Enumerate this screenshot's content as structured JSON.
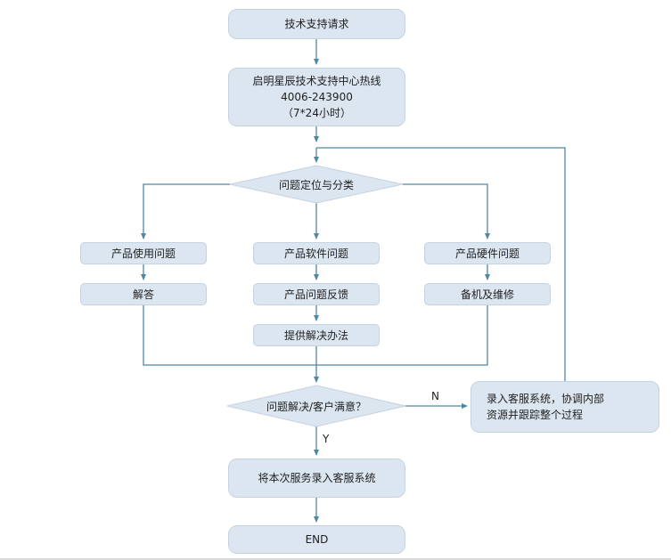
{
  "colors": {
    "node_fill": "#dce6f0",
    "node_border": "#c5d3e0",
    "connector": "#4f87a5",
    "text": "#1f1f1f"
  },
  "flowchart": {
    "start": "技术支持请求",
    "hotline_lines": [
      "启明星辰技术支持中心热线",
      "4006-243900",
      "（7*24小时）"
    ],
    "classify": "问题定位与分类",
    "usage": "产品使用问题",
    "software": "产品软件问题",
    "hardware": "产品硬件问题",
    "answer": "解答",
    "feedback": "产品问题反馈",
    "repair": "备机及维修",
    "solution": "提供解决办法",
    "satisfied": "问题解决/客户满意？",
    "loop_lines": [
      "录入客服系统，协调内部",
      "资源并跟踪整个过程"
    ],
    "record": "将本次服务录入客服系统",
    "end": "END",
    "label_no": "N",
    "label_yes": "Y"
  }
}
